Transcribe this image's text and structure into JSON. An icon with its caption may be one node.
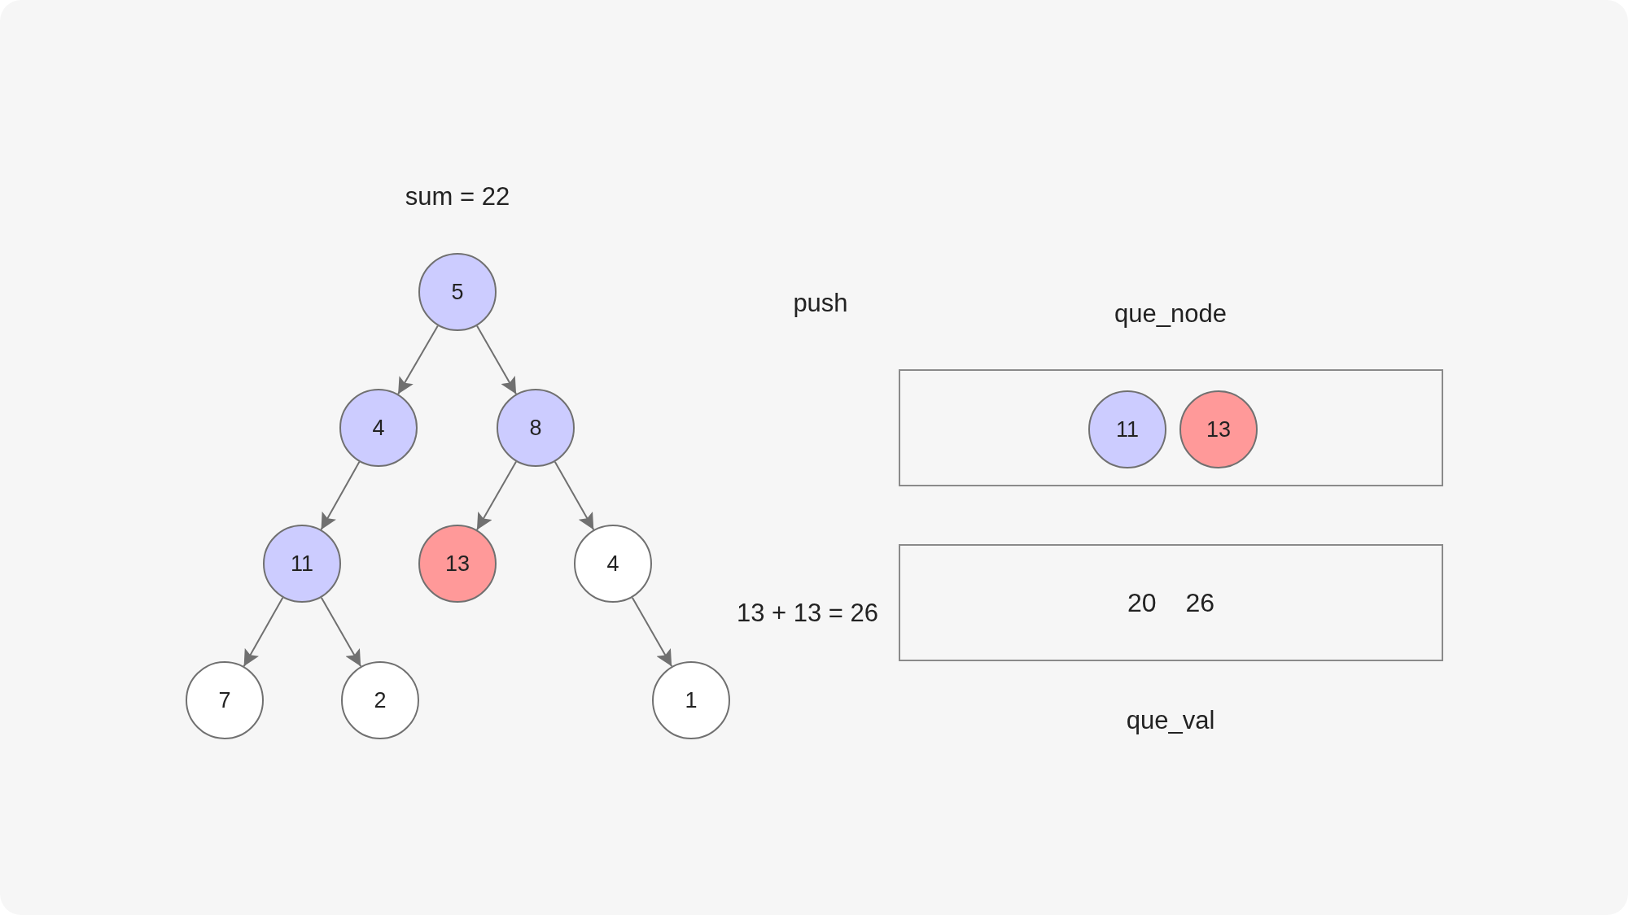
{
  "diagram": {
    "nodes": [
      {
        "text": [
          "5"
        ]
      },
      {
        "text": [
          "4"
        ]
      },
      {
        "text": [
          "8"
        ]
      },
      {
        "text": [
          "11"
        ]
      },
      {
        "text": [
          "13"
        ]
      },
      {
        "text": [
          "4"
        ]
      },
      {
        "text": [
          "7"
        ]
      },
      {
        "text": [
          "2"
        ]
      },
      {
        "text": [
          "1"
        ]
      },
      {
        "text": [],
        "shape": "box",
        "beside": [
          "que_node"
        ]
      },
      {
        "text": [
          "11"
        ],
        "in": 9
      },
      {
        "text": [
          "13"
        ],
        "in": 9
      },
      {
        "text": [
          "20",
          "26"
        ],
        "beside": [
          "que_val"
        ]
      }
    ],
    "edges": [
      {
        "from": 0,
        "to": 1,
        "arrow": "to"
      },
      {
        "from": 0,
        "to": 2,
        "arrow": "to"
      },
      {
        "from": 1,
        "to": 3,
        "arrow": "to"
      },
      {
        "from": 2,
        "to": 4,
        "arrow": "to"
      },
      {
        "from": 2,
        "to": 5,
        "arrow": "to"
      },
      {
        "from": 3,
        "to": 6,
        "arrow": "to"
      },
      {
        "from": 3,
        "to": 7,
        "arrow": "to"
      },
      {
        "from": 5,
        "to": 8,
        "arrow": "to"
      }
    ],
    "labels": [
      "sum = 22",
      "push",
      "13 + 13 = 26"
    ]
  }
}
